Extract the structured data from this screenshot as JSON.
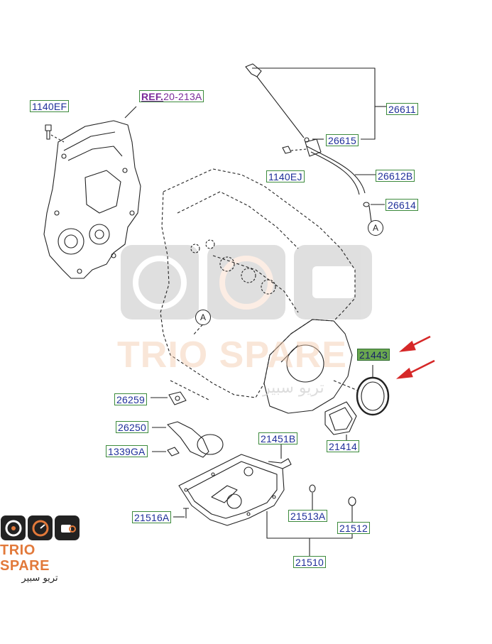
{
  "parts": {
    "p1140EF": "1140EF",
    "ref_prefix": "REF.",
    "ref_num": "20-213A",
    "p26611": "26611",
    "p26615": "26615",
    "p1140EJ": "1140EJ",
    "p26612B": "26612B",
    "p26614": "26614",
    "p21443": "21443",
    "p26259": "26259",
    "p26250": "26250",
    "p1339GA": "1339GA",
    "p21451B": "21451B",
    "p21414": "21414",
    "p21516A": "21516A",
    "p21513A": "21513A",
    "p21512": "21512",
    "p21510": "21510"
  },
  "markers": {
    "a_top": "A",
    "a_mid": "A"
  },
  "watermark": {
    "brand": "TRIO SPARE",
    "arabic": "تريو سبير"
  },
  "logo": {
    "brand": "TRIO SPARE",
    "arabic": "تريو سبير"
  },
  "colors": {
    "label_border": "#3c8a3c",
    "label_text": "#1f2f9a",
    "highlight_fill": "#6aa84f",
    "ref_text": "#7b2a9a",
    "arrow": "#d62828",
    "brand_orange": "#e2793a"
  }
}
